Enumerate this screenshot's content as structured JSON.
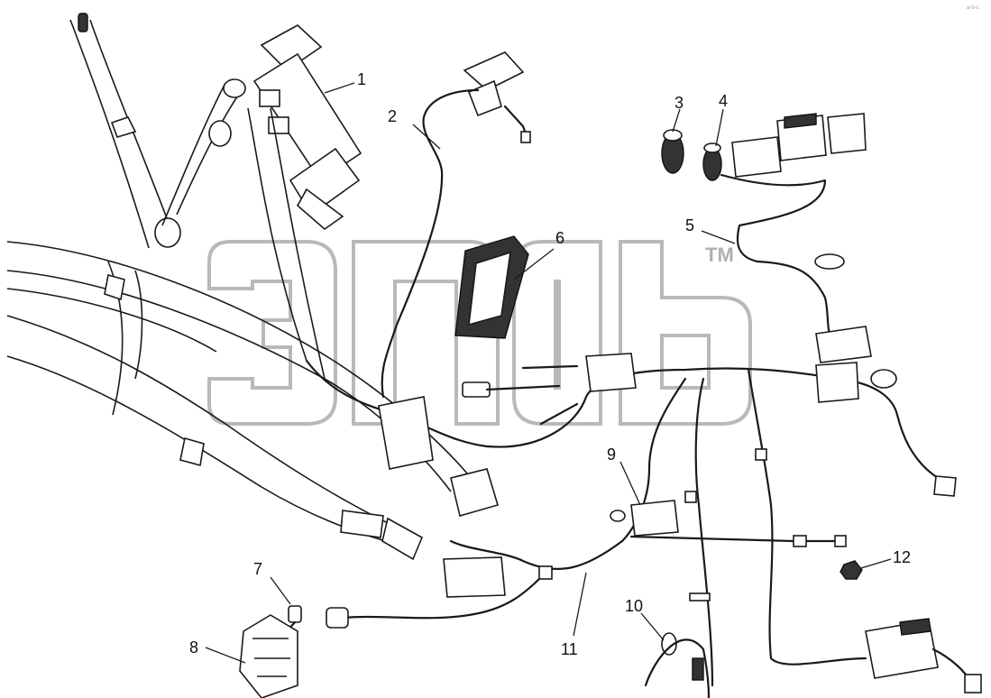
{
  "watermark": {
    "trademark": "TM"
  },
  "corner_mark": "a-b-c",
  "callouts": [
    {
      "id": "1",
      "text": "1"
    },
    {
      "id": "2",
      "text": "2"
    },
    {
      "id": "3",
      "text": "3"
    },
    {
      "id": "4",
      "text": "4"
    },
    {
      "id": "5",
      "text": "5"
    },
    {
      "id": "6",
      "text": "6"
    },
    {
      "id": "7",
      "text": "7"
    },
    {
      "id": "8",
      "text": "8"
    },
    {
      "id": "9",
      "text": "9"
    },
    {
      "id": "10",
      "text": "10"
    },
    {
      "id": "11",
      "text": "11"
    },
    {
      "id": "12",
      "text": "12"
    }
  ]
}
